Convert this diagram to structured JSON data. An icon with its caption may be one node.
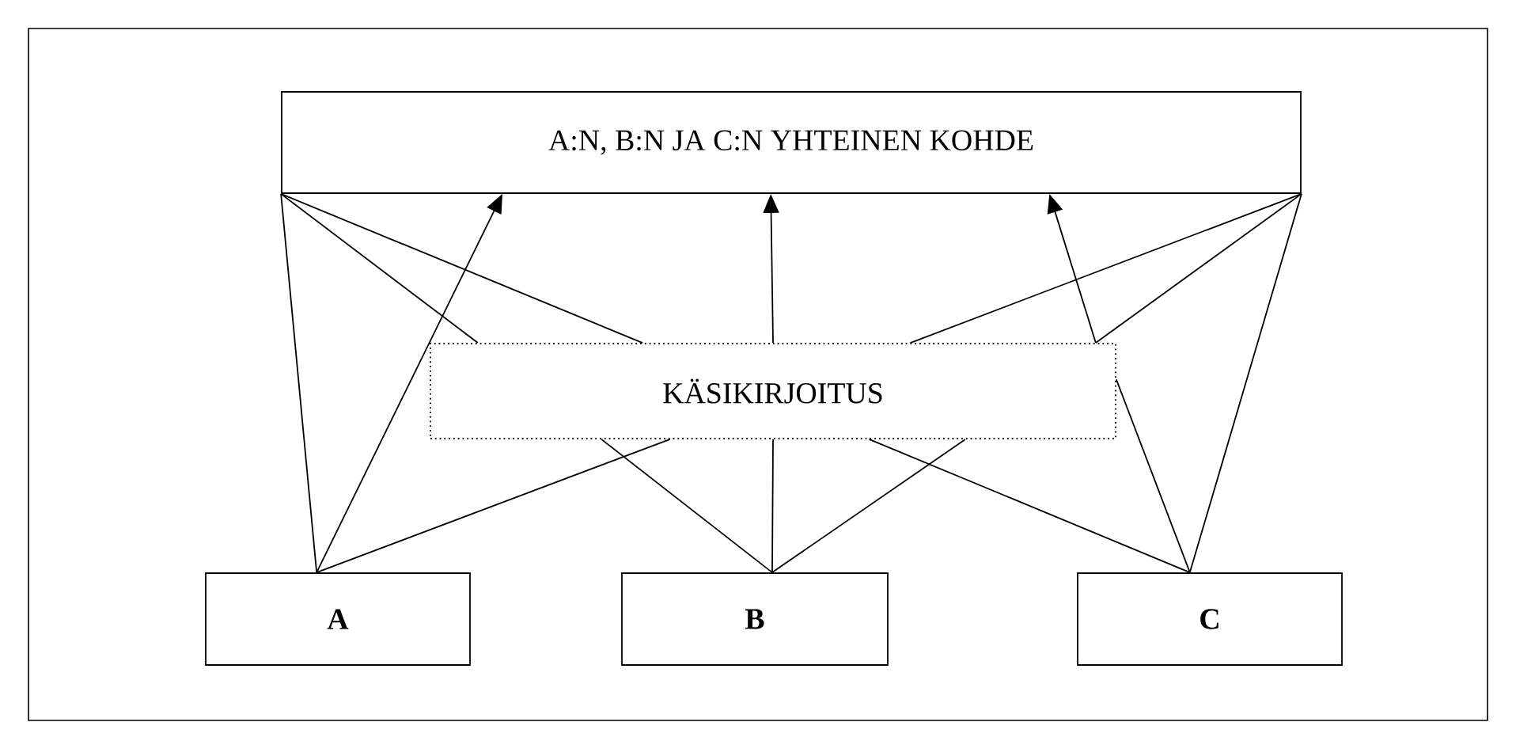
{
  "diagram": {
    "nodes": [
      {
        "text": [
          "A:N, B:N JA C:N YHTEINEN KOHDE"
        ]
      },
      {
        "text": [
          "KÄSIKIRJOITUS"
        ]
      },
      {
        "text": [
          "A"
        ]
      },
      {
        "text": [
          "B"
        ]
      },
      {
        "text": [
          "C"
        ]
      }
    ],
    "edges": [
      {
        "from": 2,
        "to": 0,
        "arrow": "none"
      },
      {
        "from": 2,
        "to": 0,
        "arrow": "to"
      },
      {
        "from": 2,
        "to": 1,
        "arrow": "none"
      },
      {
        "from": 0,
        "to": 1,
        "arrow": "none"
      },
      {
        "from": 0,
        "to": 1,
        "arrow": "none"
      },
      {
        "from": 1,
        "to": 0,
        "arrow": "to"
      },
      {
        "from": 3,
        "to": 1,
        "arrow": "none"
      },
      {
        "from": 3,
        "to": 1,
        "arrow": "none"
      },
      {
        "from": 3,
        "to": 1,
        "arrow": "none"
      },
      {
        "from": 4,
        "to": 1,
        "arrow": "none"
      },
      {
        "from": 4,
        "to": 1,
        "arrow": "none"
      },
      {
        "from": 4,
        "to": 0,
        "arrow": "none"
      },
      {
        "from": 0,
        "to": 1,
        "arrow": "none"
      },
      {
        "from": 0,
        "to": 1,
        "arrow": "none"
      },
      {
        "from": 1,
        "to": 0,
        "arrow": "to"
      }
    ]
  }
}
